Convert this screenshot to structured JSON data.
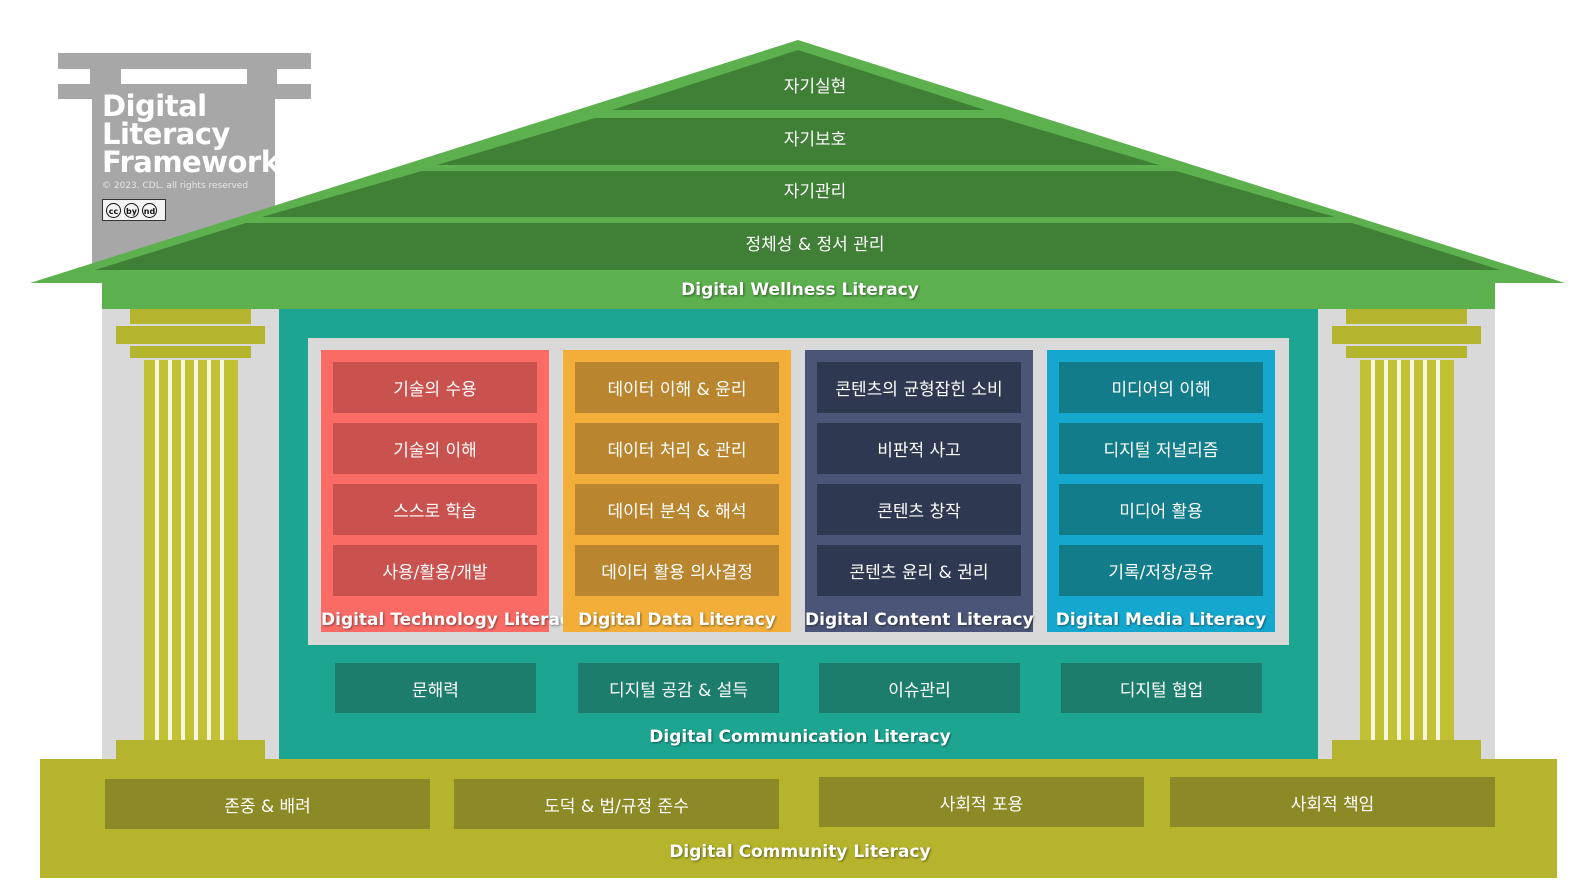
{
  "logo": {
    "title_lines": [
      "Digital",
      "Literacy",
      "Framework"
    ],
    "copyright": "© 2023. CDL. all rights reserved",
    "license_badge": [
      "cc",
      "by",
      "nd"
    ]
  },
  "roof": {
    "tiers": [
      "자기실현",
      "자기보호",
      "자기관리",
      "정체성 & 정서 관리"
    ],
    "band": "Digital Wellness Literacy"
  },
  "columns": [
    {
      "title": "Digital Technology Literacy",
      "items": [
        "기술의 수용",
        "기술의 이해",
        "스스로 학습",
        "사용/활용/개발"
      ],
      "color": "#fb6b66",
      "item_color": "#c9514e"
    },
    {
      "title": "Digital Data Literacy",
      "items": [
        "데이터 이해 & 윤리",
        "데이터 처리 & 관리",
        "데이터 분석 & 해석",
        "데이터 활용 의사결정"
      ],
      "color": "#f2ae38",
      "item_color": "#b9862f"
    },
    {
      "title": "Digital Content Literacy",
      "items": [
        "콘텐츠의 균형잡힌 소비",
        "비판적 사고",
        "콘텐츠 창작",
        "콘텐츠 윤리 & 권리"
      ],
      "color": "#4b5577",
      "item_color": "#2e3851"
    },
    {
      "title": "Digital Media Literacy",
      "items": [
        "미디어의 이해",
        "디지털 저널리즘",
        "미디어 활용",
        "기록/저장/공유"
      ],
      "color": "#15a8cf",
      "item_color": "#127c8a"
    }
  ],
  "communication": {
    "items": [
      "문해력",
      "디지털 공감 & 설득",
      "이슈관리",
      "디지털 협업"
    ],
    "band": "Digital Communication Literacy"
  },
  "community": {
    "items": [
      "존중 & 배려",
      "도덕 & 법/규정 준수",
      "사회적 포용",
      "사회적 책임"
    ],
    "band": "Digital Community Literacy"
  }
}
